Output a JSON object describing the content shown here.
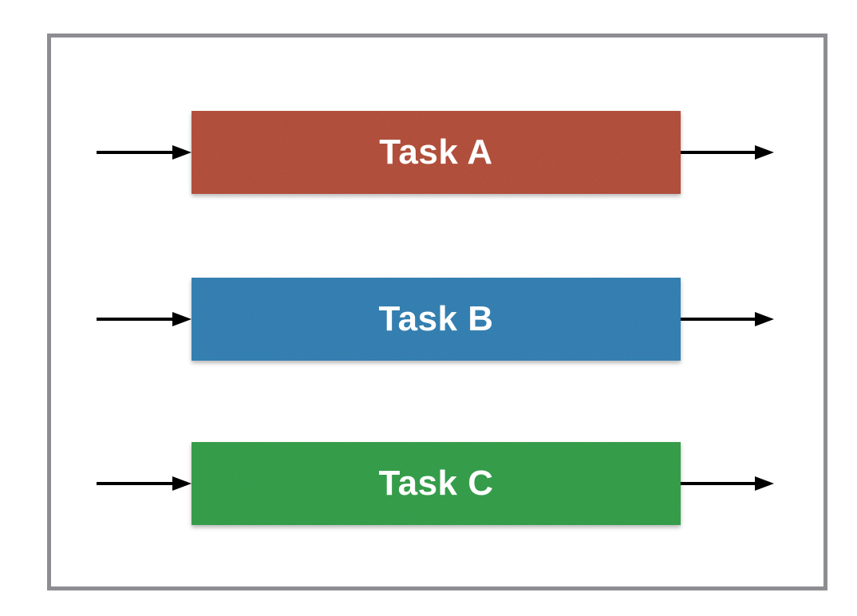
{
  "canvas": {
    "background_color": "#ffffff",
    "frame_border_color": "#8d8d92"
  },
  "diagram": {
    "arrow_color": "#000000",
    "label_color": "#ffffff",
    "rows": [
      {
        "label": "Task A",
        "box_color": "#b04a36"
      },
      {
        "label": "Task B",
        "box_color": "#2e7cb0"
      },
      {
        "label": "Task C",
        "box_color": "#2f9b45"
      }
    ]
  }
}
